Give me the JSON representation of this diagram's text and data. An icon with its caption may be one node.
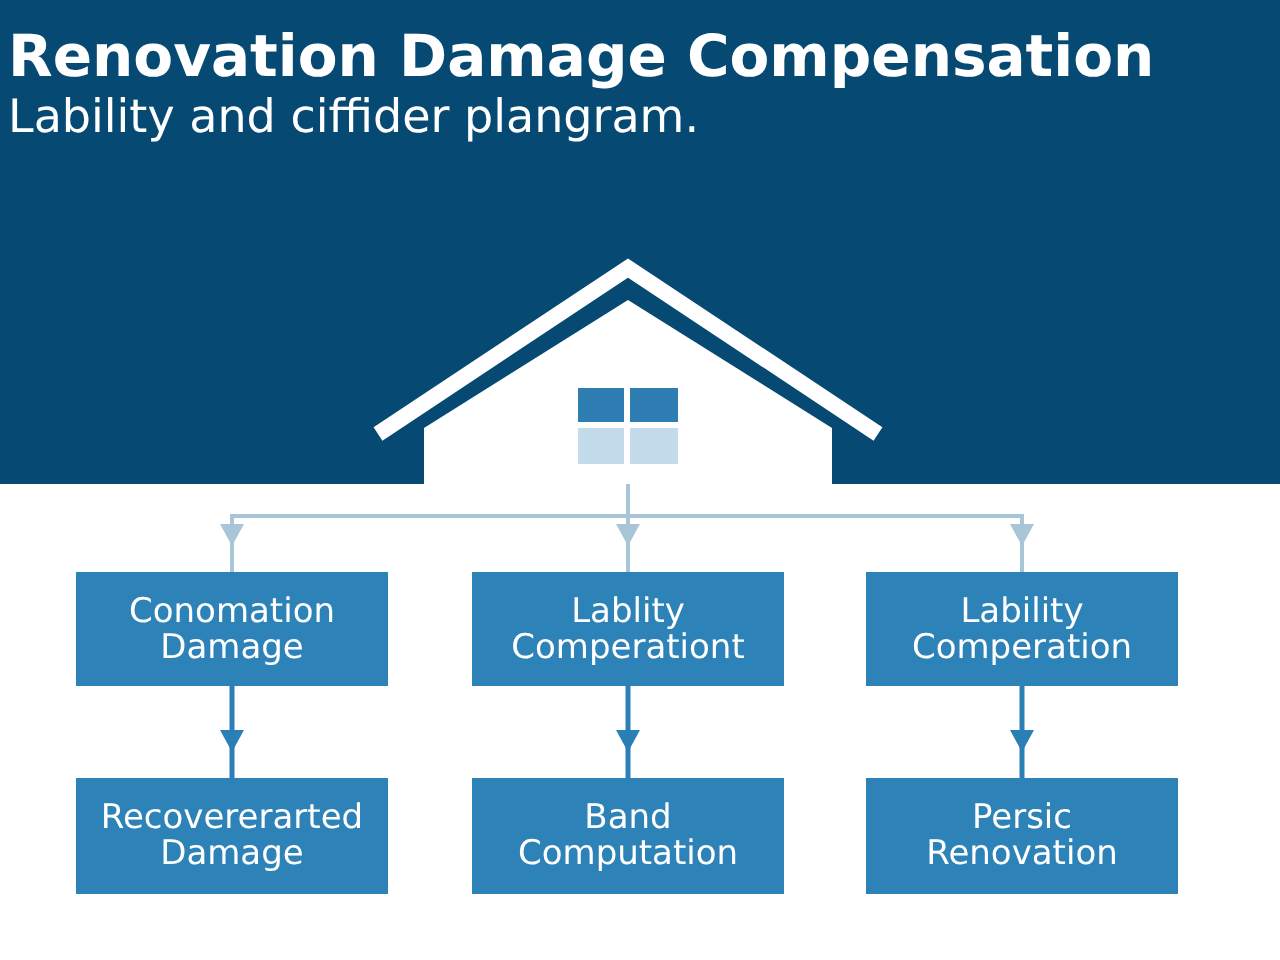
{
  "diagram": {
    "title": "Renovation Damage Compensation",
    "nodes": [
      {
        "text": [],
        "shape": "picture"
      },
      {
        "text": [
          "Conomation Damage"
        ]
      },
      {
        "text": [
          "Lablity Comperationt"
        ]
      },
      {
        "text": [
          "Lability Comperation"
        ]
      },
      {
        "text": [
          "Recovererarted Damage"
        ]
      },
      {
        "text": [
          "Band Computation"
        ]
      },
      {
        "text": [
          "Persic Renovation"
        ]
      }
    ],
    "edges": [
      {
        "from": 0,
        "to": 1,
        "arrow": "to",
        "color": "#a9c6d8"
      },
      {
        "from": 0,
        "to": 2,
        "arrow": "to",
        "color": "#a9c6d8"
      },
      {
        "from": 0,
        "to": 3,
        "arrow": "to",
        "color": "#a9c6d8"
      },
      {
        "from": 1,
        "to": 4,
        "arrow": "to",
        "color": "#2a7fb4"
      },
      {
        "from": 2,
        "to": 5,
        "arrow": "to",
        "color": "#2a7fb4"
      },
      {
        "from": 3,
        "to": 6,
        "arrow": "to",
        "color": "#2a7fb4"
      }
    ],
    "labels": [
      "Lability and ciffider plangram."
    ]
  }
}
